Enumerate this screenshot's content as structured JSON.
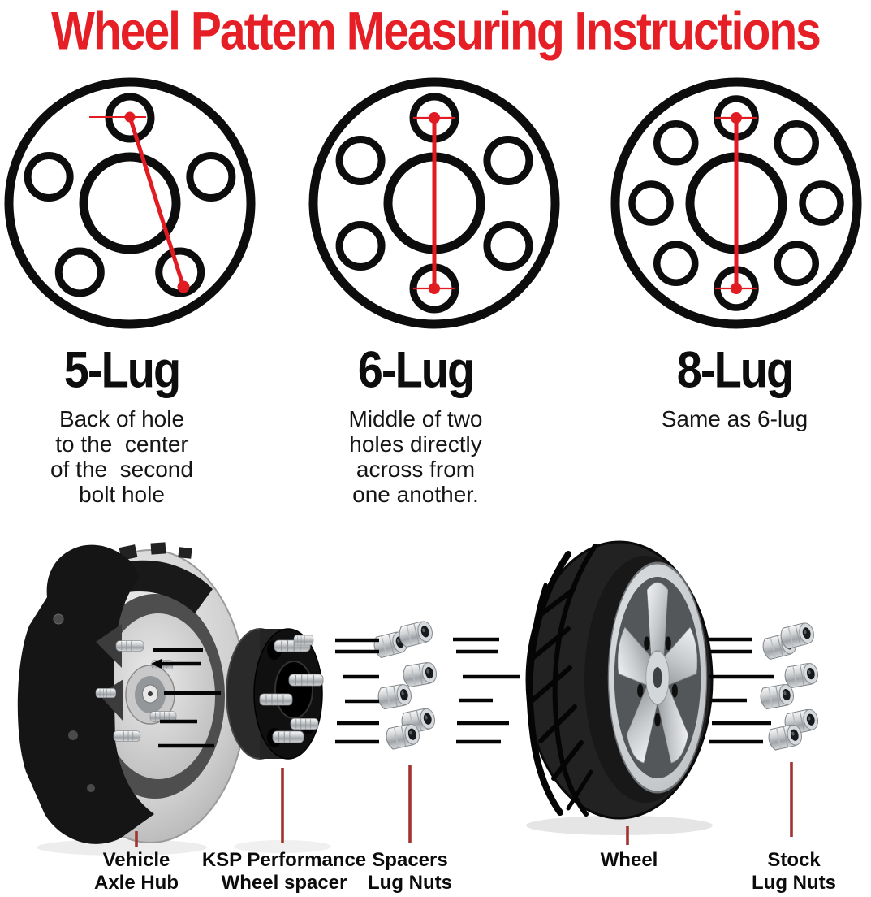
{
  "title": "Wheel Pattem Measuring Instructions",
  "colors": {
    "title_red": "#e61e25",
    "measure_line_red": "#e01b22",
    "pointer_line_red": "#a23430",
    "diagram_ink": "#0d0d0d",
    "text_color": "#121212"
  },
  "patterns": [
    {
      "lugs": 5,
      "label": "5-Lug",
      "description": "Back of hole\nto the  center\nof the  second\nbolt hole",
      "measure_style": "back-of-hole-to-center-of-second-bolt-hole"
    },
    {
      "lugs": 6,
      "label": "6-Lug",
      "description": "Middle of two\nholes directly\nacross from\none another.",
      "measure_style": "middle-of-two-holes-directly-across"
    },
    {
      "lugs": 8,
      "label": "8-Lug",
      "description": "Same as 6-lug",
      "measure_style": "middle-of-two-holes-directly-across"
    }
  ],
  "assembly_labels": [
    {
      "id": "vehicle-axle-hub",
      "text": "Vehicle\nAxle Hub"
    },
    {
      "id": "ksp-performance-wheel-spacer",
      "text": "KSP Performance\nWheel spacer"
    },
    {
      "id": "spacers-lug-nuts",
      "text": "Spacers\nLug Nuts"
    },
    {
      "id": "wheel",
      "text": "Wheel"
    },
    {
      "id": "stock-lug-nuts",
      "text": "Stock\nLug Nuts"
    }
  ]
}
